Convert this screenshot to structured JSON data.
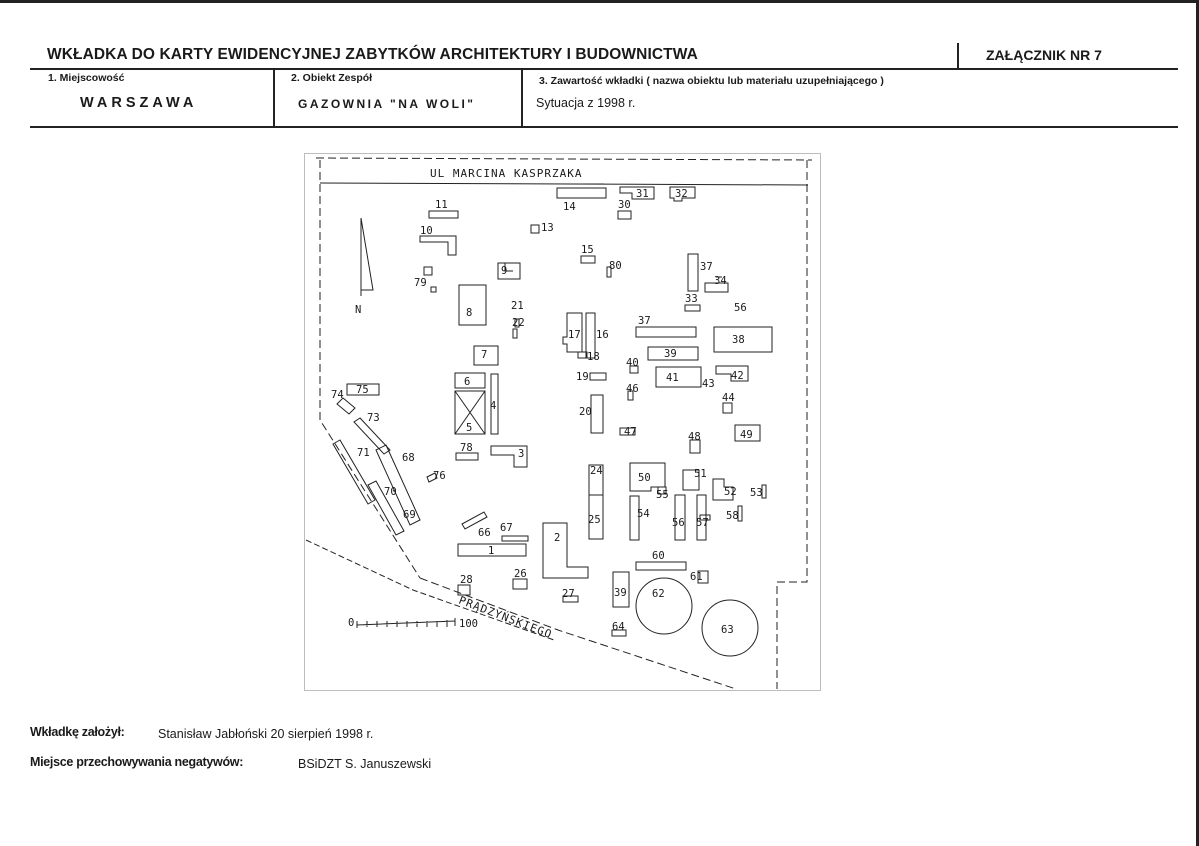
{
  "header": {
    "title": "WKŁADKA DO KARTY EWIDENCYJNEJ ZABYTKÓW ARCHITEKTURY I BUDOWNICTWA",
    "annex": "ZAŁĄCZNIK NR 7"
  },
  "fields": {
    "locality_label": "1. Miejscowość",
    "locality_value": "WARSZAWA",
    "object_label": "2. Obiekt  Zespół",
    "object_value": "GAZOWNIA \"NA WOLI\"",
    "content_label": "3. Zawartość wkładki ( nazwa obiektu lub materiału uzupełniającego )",
    "content_value": "Sytuacja z 1998 r."
  },
  "map": {
    "street_top": "UL MARCINA KASPRZAKA",
    "street_bottom": "PRĄDZYŃSKIEGO",
    "north_label": "N",
    "scale_start": "0",
    "scale_end": "100",
    "buildings": [
      "1",
      "2",
      "3",
      "4",
      "5",
      "6",
      "7",
      "8",
      "9",
      "10",
      "11",
      "13",
      "14",
      "15",
      "16",
      "17",
      "18",
      "19",
      "20",
      "21",
      "22",
      "24",
      "25",
      "26",
      "27",
      "28",
      "30",
      "31",
      "32",
      "33",
      "34",
      "37",
      "37",
      "38",
      "39",
      "39",
      "40",
      "41",
      "42",
      "43",
      "44",
      "46",
      "47",
      "48",
      "49",
      "50",
      "51",
      "52",
      "53",
      "54",
      "55",
      "56",
      "56",
      "57",
      "58",
      "60",
      "61",
      "62",
      "63",
      "64",
      "66",
      "67",
      "68",
      "69",
      "70",
      "71",
      "73",
      "74",
      "75",
      "76",
      "78",
      "79",
      "80"
    ]
  },
  "footer": {
    "author_label": "Wkładkę założył:",
    "author_value": "Stanisław Jabłoński 20 sierpień 1998 r.",
    "storage_label": "Miejsce przechowywania negatywów:",
    "storage_value": "BSiDZT S. Januszewski"
  }
}
